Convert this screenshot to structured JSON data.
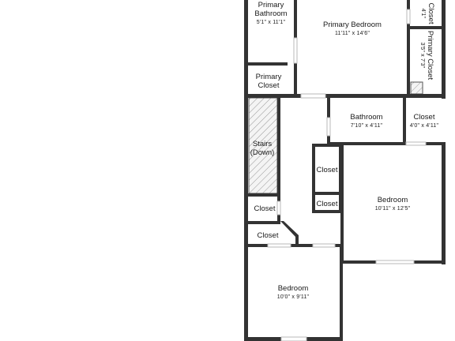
{
  "plan": {
    "rooms": [
      {
        "id": "primary-bathroom",
        "name_lines": [
          "Primary",
          "Bathroom"
        ],
        "dims": "5'1\" x 11'1\""
      },
      {
        "id": "primary-bedroom",
        "name_lines": [
          "Primary Bedroom"
        ],
        "dims": "11'11\" x 14'6\""
      },
      {
        "id": "closet-top-right",
        "name_lines": [
          "Closet"
        ],
        "dims": "4'1\""
      },
      {
        "id": "primary-closet-right",
        "name_lines": [
          "Primary Closet"
        ],
        "dims": "3'5\" x 7'3\""
      },
      {
        "id": "primary-closet",
        "name_lines": [
          "Primary",
          "Closet"
        ],
        "dims": ""
      },
      {
        "id": "bathroom",
        "name_lines": [
          "Bathroom"
        ],
        "dims": "7'10\" x 4'11\""
      },
      {
        "id": "closet-right",
        "name_lines": [
          "Closet"
        ],
        "dims": "4'0\" x 4'11\""
      },
      {
        "id": "stairs",
        "name_lines": [
          "Stairs",
          "(Down)"
        ],
        "dims": ""
      },
      {
        "id": "closet-hall-upper",
        "name_lines": [
          "Closet"
        ],
        "dims": ""
      },
      {
        "id": "closet-hall-lower",
        "name_lines": [
          "Closet"
        ],
        "dims": ""
      },
      {
        "id": "closet-left-upper",
        "name_lines": [
          "Closet"
        ],
        "dims": ""
      },
      {
        "id": "closet-left-lower",
        "name_lines": [
          "Closet"
        ],
        "dims": ""
      },
      {
        "id": "bedroom-right",
        "name_lines": [
          "Bedroom"
        ],
        "dims": "10'11\" x 12'5\""
      },
      {
        "id": "bedroom-bottom",
        "name_lines": [
          "Bedroom"
        ],
        "dims": "10'0\" x 9'11\""
      }
    ]
  }
}
